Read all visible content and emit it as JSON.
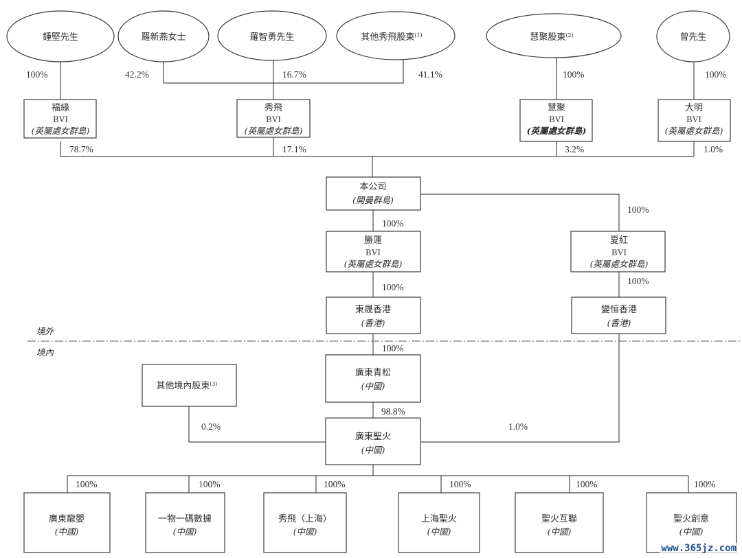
{
  "title": "集團股權架構圖",
  "regions": {
    "offshore": "境外",
    "onshore": "境內"
  },
  "shareholders": [
    {
      "id": "zhongjian",
      "name": "鍾堅先生",
      "note": ""
    },
    {
      "id": "luoxinyan",
      "name": "羅新燕女士",
      "note": ""
    },
    {
      "id": "luozhiyong",
      "name": "羅智勇先生",
      "note": ""
    },
    {
      "id": "other_xiufei",
      "name": "其他秀飛股東",
      "note": "(1)"
    },
    {
      "id": "huiju_holders",
      "name": "慧聚股東",
      "note": "(2)"
    },
    {
      "id": "zeng",
      "name": "曾先生",
      "note": ""
    }
  ],
  "bvi_entities": [
    {
      "id": "fuyuan",
      "name": "福緣",
      "type": "BVI",
      "jurisdiction": "(英屬處女群島)"
    },
    {
      "id": "xiufei",
      "name": "秀飛",
      "type": "BVI",
      "jurisdiction": "(英屬處女群島)"
    },
    {
      "id": "huiju",
      "name": "慧聚",
      "type": "BVI",
      "jurisdiction": "(英屬處女群島)"
    },
    {
      "id": "daming",
      "name": "大明",
      "type": "BVI",
      "jurisdiction": "(英屬處女群島)"
    }
  ],
  "company": {
    "name": "本公司",
    "jurisdiction": "(開曼群島)"
  },
  "shenglian": {
    "name": "勝蓮",
    "type": "BVI",
    "jurisdiction": "(英屬處女群島)"
  },
  "xiahong": {
    "name": "夏紅",
    "type": "BVI",
    "jurisdiction": "(英屬處女群島)"
  },
  "dongsheng_hk": {
    "name": "東晟香港",
    "jurisdiction": "(香港)"
  },
  "bianheng_hk": {
    "name": "變恒香港",
    "jurisdiction": "(香港)"
  },
  "guangdong_qingsong": {
    "name": "廣東青松",
    "jurisdiction": "(中國)"
  },
  "other_domestic": {
    "name": "其他境內股東",
    "note": "(3)"
  },
  "guangdong_shenghuo": {
    "name": "廣東聖火",
    "jurisdiction": "(中國)"
  },
  "subsidiaries": [
    {
      "name": "廣東龍嬰",
      "jurisdiction": "(中國)",
      "pct": "100%"
    },
    {
      "name": "一物一碼數據",
      "jurisdiction": "(中國)",
      "pct": "100%"
    },
    {
      "name": "秀飛（上海）",
      "jurisdiction": "(中國)",
      "pct": "100%"
    },
    {
      "name": "上海聖火",
      "jurisdiction": "(中國)",
      "pct": "100%"
    },
    {
      "name": "聖火互聯",
      "jurisdiction": "(中國)",
      "pct": "100%"
    },
    {
      "name": "聖火創意",
      "jurisdiction": "(中國)",
      "pct": "100%"
    }
  ],
  "ownership": {
    "zhongjian_fuyuan": "100%",
    "luoxinyan_xiufei": "42.2%",
    "luozhiyong_xiufei": "16.7%",
    "other_xiufei": "41.1%",
    "huijuholders_huiju": "100%",
    "zeng_daming": "100%",
    "fuyuan_company": "78.7%",
    "xiufei_company": "17.1%",
    "huiju_company": "3.2%",
    "daming_company": "1.0%",
    "company_shenglian": "100%",
    "company_xiahong": "100%",
    "shenglian_dongsheng": "100%",
    "xiahong_bianheng": "100%",
    "dongsheng_qingsong": "100%",
    "qingsong_shenghuo": "98.8%",
    "otherdomestic_shenghuo": "0.2%",
    "bianheng_shenghuo": "1.0%"
  },
  "watermark": "www.365jz.com"
}
